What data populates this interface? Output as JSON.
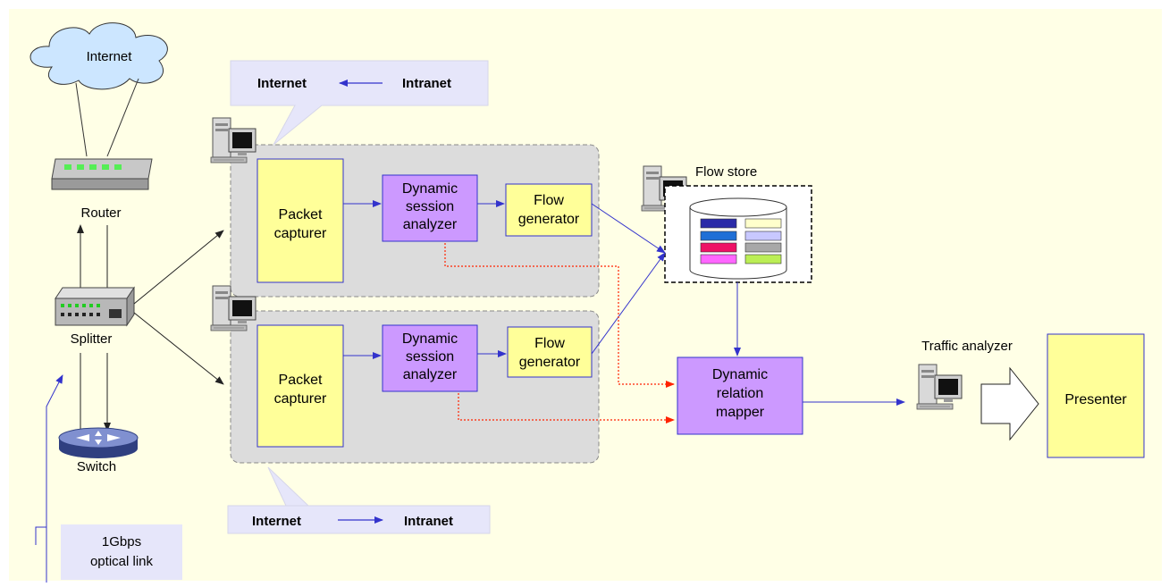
{
  "colors": {
    "background": "#ffffe6",
    "group_fill": "#dcdcdc",
    "box_yellow": "#ffff99",
    "box_purple": "#cc99ff",
    "callout": "#e6e6fa",
    "arrow_blue": "#3333cc",
    "arrow_red": "#ff2200",
    "cloud": "#cce6ff"
  },
  "network": {
    "internet": "Internet",
    "router": "Router",
    "splitter": "Splitter",
    "switch": "Switch",
    "link_label_line1": "1Gbps",
    "link_label_line2": "optical link"
  },
  "callouts": {
    "top": {
      "left": "Internet",
      "right": "Intranet"
    },
    "bottom": {
      "left": "Internet",
      "right": "Intranet"
    }
  },
  "pipelines": [
    {
      "capturer": [
        "Packet",
        "capturer"
      ],
      "analyzer": [
        "Dynamic",
        "session",
        "analyzer"
      ],
      "generator": [
        "Flow",
        "generator"
      ]
    },
    {
      "capturer": [
        "Packet",
        "capturer"
      ],
      "analyzer": [
        "Dynamic",
        "session",
        "analyzer"
      ],
      "generator": [
        "Flow",
        "generator"
      ]
    }
  ],
  "flow_store": {
    "label": "Flow store"
  },
  "mapper": [
    "Dynamic",
    "relation",
    "mapper"
  ],
  "traffic_analyzer": "Traffic analyzer",
  "presenter": "Presenter",
  "icons": [
    "cloud-icon",
    "router-icon",
    "switch-hub-icon",
    "switch-icon",
    "computer-icon",
    "database-icon",
    "block-arrow-icon"
  ]
}
